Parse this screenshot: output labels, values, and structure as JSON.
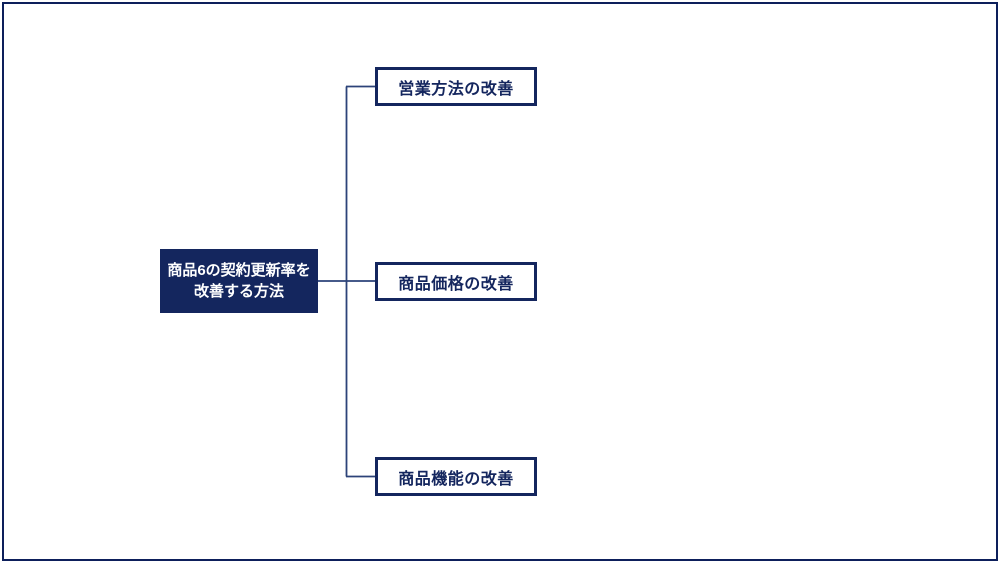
{
  "diagram": {
    "title": "商品6の契約更新率を改善する方法",
    "root": {
      "label": "商品6の契約更新率を改善する方法",
      "lines": [
        "商品6の契約更新率を",
        "改善する方法"
      ]
    },
    "children": [
      {
        "label": "営業方法の改善"
      },
      {
        "label": "商品価格の改善"
      },
      {
        "label": "商品機能の改善"
      }
    ]
  },
  "colors": {
    "node_fill_navy": "#14265e",
    "node_text_on_navy": "#ffffff",
    "box_border_navy": "#14265e",
    "child_text_navy": "#14265e",
    "connector_line": "#2c4379",
    "slide_border": "#0d1f5b",
    "background": "#ffffff"
  }
}
